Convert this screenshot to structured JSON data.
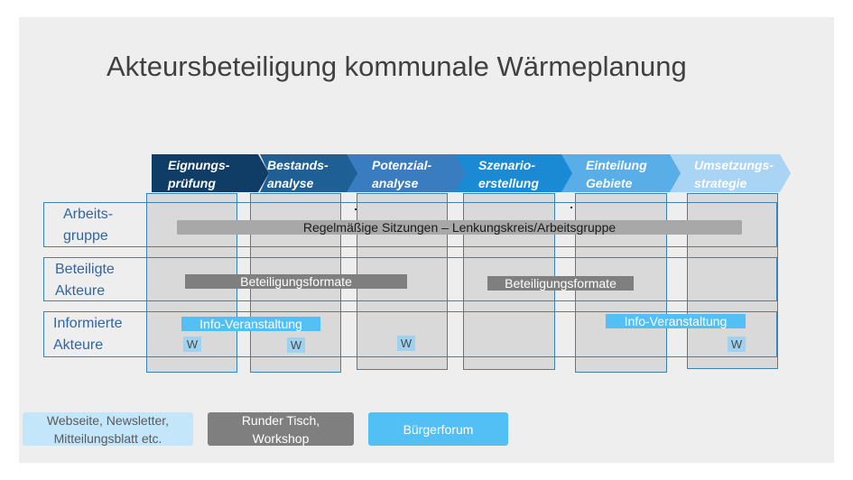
{
  "title": "Akteursbeteiligung kommunale Wärmeplanung",
  "phases": [
    {
      "label": "Eignungs-\nprüfung",
      "color": "#0f3d66"
    },
    {
      "label": "Bestands-\nanalyse",
      "color": "#1e5f96"
    },
    {
      "label": "Potenzial-\nanalyse",
      "color": "#3a7cc0"
    },
    {
      "label": "Szenario-\nerstellung",
      "color": "#1a8ad4"
    },
    {
      "label": "Einteilung\nGebiete",
      "color": "#5aaee8"
    },
    {
      "label": "Umsetzungs-\nstrategie",
      "color": "#a9d4f3"
    }
  ],
  "rows": {
    "arbeitsgruppe": "Arbeits-\ngruppe",
    "beteiligte": "Beteiligte\nAkteure",
    "informierte": "Informierte\nAkteure"
  },
  "bars": {
    "sitzungen": "Regelmäßige Sitzungen – Lenkungskreis/Arbeitsgruppe",
    "beteiligung_1": "Beteiligungsformate",
    "beteiligung_2": "Beteiligungsformate",
    "info_1": "Info-Veranstaltung",
    "info_2": "Info-Veranstaltung"
  },
  "w_tag": "W",
  "legend": {
    "web": "Webseite, Newsletter,\nMitteilungsblatt etc.",
    "tisch": "Runder Tisch,\nWorkshop",
    "forum": "Bürgerforum"
  },
  "colors": {
    "light_blue": "#c3e6fa",
    "dark_gray": "#7f7f7f",
    "bright_blue": "#52c0f5",
    "row_border": "#3b82b8",
    "label_blue": "#2f66a3"
  }
}
